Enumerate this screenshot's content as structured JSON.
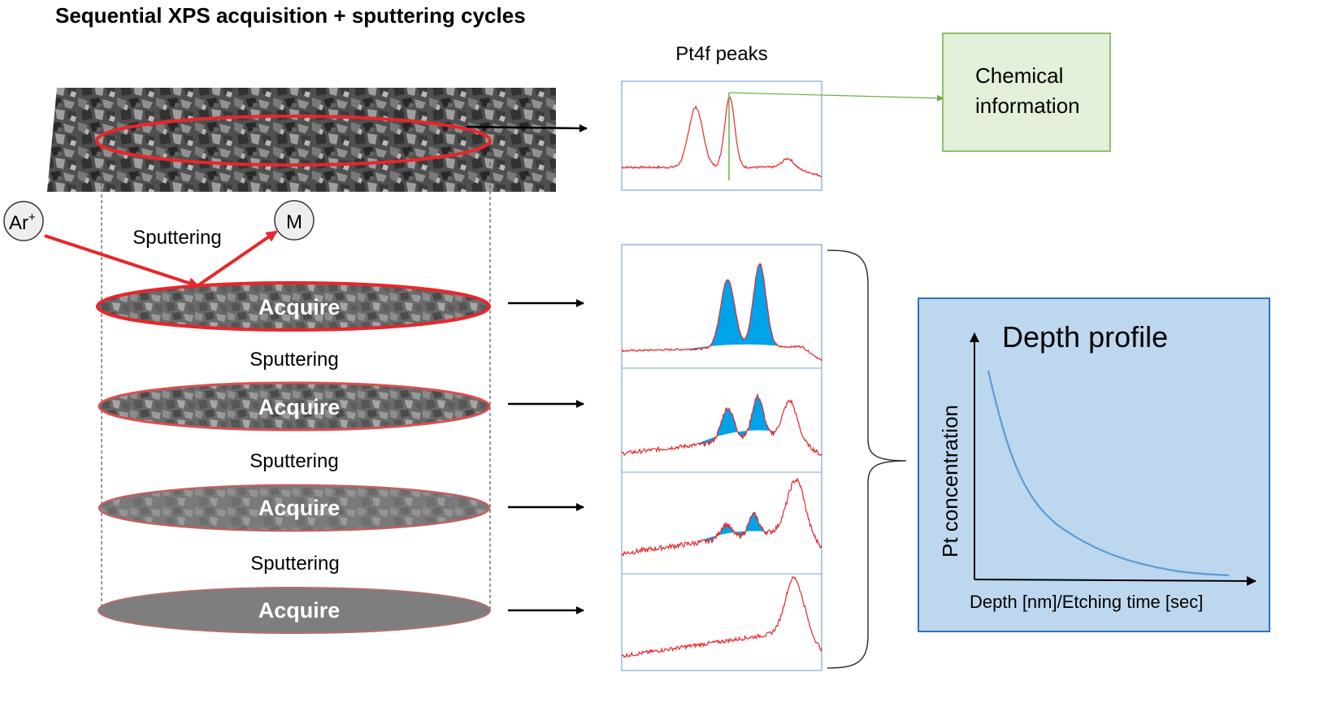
{
  "title": "Sequential XPS acquisition + sputtering cycles",
  "peaks_title": "Pt4f peaks",
  "chemical_info": {
    "line1": "Chemical",
    "line2": "information"
  },
  "ions": {
    "argon": "Ar",
    "argon_charge": "+",
    "metal": "M"
  },
  "sputtering_label": "Sputtering",
  "acquire_label": "Acquire",
  "depth_profile": {
    "title": "Depth profile",
    "ylabel": "Pt concentration",
    "xlabel": "Depth [nm]/Etching time [sec]"
  },
  "colors": {
    "spectrum_line": "#e8262b",
    "peak_fill": "#00a2e8",
    "panel_border": "#7ba7d6",
    "chem_fill": "#e2efd9",
    "chem_border": "#70ad47",
    "profile_fill": "#bdd7ee",
    "profile_border": "#2e75b6",
    "profile_curve": "#5b9bd5",
    "ellipse_outline": "#e02020",
    "arrow": "#000000"
  }
}
